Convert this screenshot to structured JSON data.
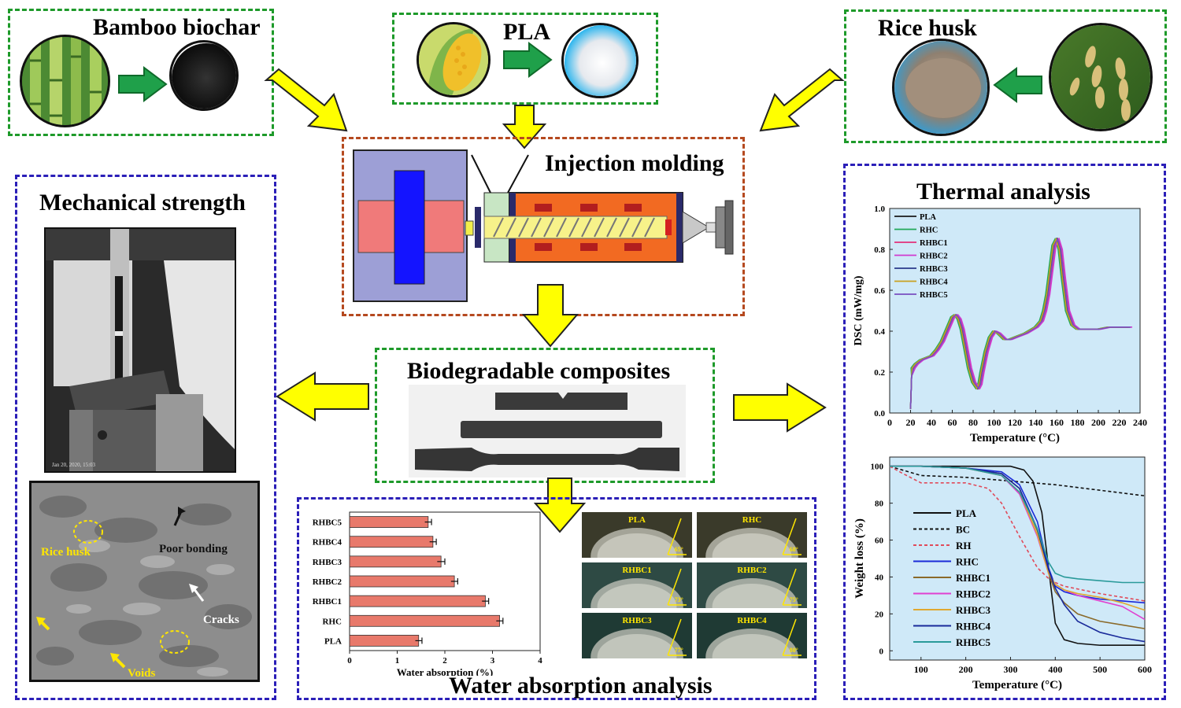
{
  "bamboo": {
    "title": "Bamboo biochar"
  },
  "pla": {
    "title": "PLA"
  },
  "rice": {
    "title": "Rice husk"
  },
  "injection": {
    "title": "Injection molding"
  },
  "composites": {
    "title": "Biodegradable composites"
  },
  "mechanical": {
    "title": "Mechanical strength",
    "photo_caption": "Jan 20, 2020, 15:03",
    "sem_labels": {
      "rice_husk": "Rice husk",
      "poor_bonding": "Poor bonding",
      "cracks": "Cracks",
      "voids": "Voids"
    }
  },
  "water": {
    "title": "Water absorption analysis",
    "contact_angles": [
      {
        "sample": "PLA",
        "angle": "65°"
      },
      {
        "sample": "RHC",
        "angle": "68°"
      },
      {
        "sample": "RHBC1",
        "angle": "73°"
      },
      {
        "sample": "RHBC2",
        "angle": "75°"
      },
      {
        "sample": "RHBC3",
        "angle": "77°"
      },
      {
        "sample": "RHBC4",
        "angle": "80°"
      }
    ]
  },
  "thermal": {
    "title": "Thermal analysis"
  },
  "colors": {
    "green_border": "#1e9a2a",
    "blue_border": "#2b1fb8",
    "brown_border": "#b5491f",
    "arrow_yellow": "#ffff00",
    "arrow_green": "#1fa04a",
    "plot_bg": "#cfe9f8"
  },
  "chart_data": [
    {
      "type": "bar",
      "orientation": "horizontal",
      "categories": [
        "RHBC5",
        "RHBC4",
        "RHBC3",
        "RHBC2",
        "RHBC1",
        "RHC",
        "PLA"
      ],
      "values": [
        1.65,
        1.75,
        1.92,
        2.2,
        2.85,
        3.15,
        1.45
      ],
      "errors": [
        0.07,
        0.07,
        0.08,
        0.07,
        0.07,
        0.07,
        0.07
      ],
      "xlabel": "Water absorption (%)",
      "xlim": [
        0,
        4
      ],
      "xticks": [
        0,
        1,
        2,
        3,
        4
      ],
      "bar_color": "#e8796b"
    },
    {
      "type": "line",
      "ylabel": "DSC (mW/mg)",
      "xlabel": "Temperature (°C)",
      "xlim": [
        0,
        240
      ],
      "ylim": [
        0,
        1.0
      ],
      "xticks": [
        0,
        20,
        40,
        60,
        80,
        100,
        120,
        140,
        160,
        180,
        200,
        220,
        240
      ],
      "yticks": [
        "0.0",
        "0.2",
        "0.4",
        "0.6",
        "0.8",
        "1.0"
      ],
      "legend_position": "top-left",
      "x": [
        20,
        20.5,
        21,
        22,
        25,
        30,
        40,
        45,
        50,
        55,
        60,
        63,
        66,
        69,
        72,
        76,
        80,
        84,
        86,
        88,
        92,
        96,
        100,
        104,
        110,
        115,
        120,
        130,
        140,
        145,
        148,
        151,
        154,
        157,
        160,
        163,
        166,
        170,
        175,
        180,
        190,
        200,
        210,
        220,
        230
      ],
      "series": [
        {
          "name": "PLA",
          "color": "#1a1a1a",
          "values": [
            0.02,
            0.1,
            0.18,
            0.22,
            0.24,
            0.26,
            0.28,
            0.31,
            0.35,
            0.41,
            0.47,
            0.48,
            0.46,
            0.41,
            0.33,
            0.22,
            0.15,
            0.12,
            0.14,
            0.2,
            0.3,
            0.37,
            0.4,
            0.39,
            0.36,
            0.36,
            0.37,
            0.39,
            0.42,
            0.45,
            0.5,
            0.58,
            0.7,
            0.82,
            0.85,
            0.8,
            0.66,
            0.5,
            0.43,
            0.41,
            0.41,
            0.41,
            0.42,
            0.42,
            0.42
          ],
          "shift": 0
        },
        {
          "name": "RHC",
          "color": "#22a85a",
          "values": [
            0.02,
            0.1,
            0.18,
            0.22,
            0.24,
            0.26,
            0.28,
            0.31,
            0.35,
            0.41,
            0.47,
            0.48,
            0.46,
            0.41,
            0.33,
            0.22,
            0.15,
            0.12,
            0.14,
            0.2,
            0.3,
            0.37,
            0.4,
            0.39,
            0.36,
            0.36,
            0.37,
            0.39,
            0.42,
            0.45,
            0.5,
            0.58,
            0.7,
            0.82,
            0.85,
            0.8,
            0.66,
            0.5,
            0.43,
            0.41,
            0.41,
            0.41,
            0.42,
            0.42,
            0.42
          ],
          "shift": -1.5
        },
        {
          "name": "RHBC1",
          "color": "#e2307a",
          "values": [
            0.02,
            0.1,
            0.18,
            0.22,
            0.24,
            0.26,
            0.28,
            0.31,
            0.35,
            0.41,
            0.47,
            0.48,
            0.46,
            0.41,
            0.33,
            0.22,
            0.15,
            0.12,
            0.14,
            0.2,
            0.3,
            0.37,
            0.4,
            0.39,
            0.36,
            0.36,
            0.37,
            0.39,
            0.42,
            0.45,
            0.5,
            0.58,
            0.7,
            0.82,
            0.85,
            0.8,
            0.66,
            0.5,
            0.43,
            0.41,
            0.41,
            0.41,
            0.42,
            0.42,
            0.42
          ],
          "shift": 1.5
        },
        {
          "name": "RHBC2",
          "color": "#d03ad0",
          "values": [
            0.02,
            0.1,
            0.18,
            0.22,
            0.24,
            0.26,
            0.28,
            0.31,
            0.35,
            0.41,
            0.47,
            0.48,
            0.46,
            0.41,
            0.33,
            0.22,
            0.15,
            0.12,
            0.14,
            0.2,
            0.3,
            0.37,
            0.4,
            0.39,
            0.36,
            0.36,
            0.37,
            0.39,
            0.42,
            0.45,
            0.5,
            0.58,
            0.7,
            0.82,
            0.85,
            0.8,
            0.66,
            0.5,
            0.43,
            0.41,
            0.41,
            0.41,
            0.42,
            0.42,
            0.42
          ],
          "shift": 2.5
        },
        {
          "name": "RHBC3",
          "color": "#2a3a8a",
          "values": [
            0.02,
            0.1,
            0.18,
            0.22,
            0.24,
            0.26,
            0.28,
            0.31,
            0.35,
            0.41,
            0.47,
            0.48,
            0.46,
            0.41,
            0.33,
            0.22,
            0.15,
            0.12,
            0.14,
            0.2,
            0.3,
            0.37,
            0.4,
            0.39,
            0.36,
            0.36,
            0.37,
            0.39,
            0.42,
            0.45,
            0.5,
            0.58,
            0.7,
            0.82,
            0.85,
            0.8,
            0.66,
            0.5,
            0.43,
            0.41,
            0.41,
            0.41,
            0.42,
            0.42,
            0.42
          ],
          "shift": 0.5
        },
        {
          "name": "RHBC4",
          "color": "#c9a020",
          "values": [
            0.02,
            0.1,
            0.18,
            0.22,
            0.24,
            0.26,
            0.28,
            0.31,
            0.35,
            0.41,
            0.47,
            0.48,
            0.46,
            0.41,
            0.33,
            0.22,
            0.15,
            0.12,
            0.14,
            0.2,
            0.3,
            0.37,
            0.4,
            0.39,
            0.36,
            0.36,
            0.37,
            0.39,
            0.42,
            0.45,
            0.5,
            0.58,
            0.7,
            0.82,
            0.85,
            0.8,
            0.66,
            0.5,
            0.43,
            0.41,
            0.41,
            0.41,
            0.42,
            0.42,
            0.42
          ],
          "shift": -0.5
        },
        {
          "name": "RHBC5",
          "color": "#7a4fc0",
          "values": [
            0.02,
            0.1,
            0.18,
            0.22,
            0.24,
            0.26,
            0.28,
            0.31,
            0.35,
            0.41,
            0.47,
            0.48,
            0.46,
            0.41,
            0.33,
            0.22,
            0.15,
            0.12,
            0.14,
            0.2,
            0.3,
            0.37,
            0.4,
            0.39,
            0.36,
            0.36,
            0.37,
            0.39,
            0.42,
            0.45,
            0.5,
            0.58,
            0.7,
            0.82,
            0.85,
            0.8,
            0.66,
            0.5,
            0.43,
            0.41,
            0.41,
            0.41,
            0.42,
            0.42,
            0.42
          ],
          "shift": 1
        }
      ]
    },
    {
      "type": "line",
      "ylabel": "Weight loss (%)",
      "xlabel": "Temperature (°C)",
      "xlim": [
        30,
        600
      ],
      "ylim": [
        -5,
        105
      ],
      "xticks": [
        100,
        200,
        300,
        400,
        500,
        600
      ],
      "yticks": [
        0,
        20,
        40,
        60,
        80,
        100
      ],
      "legend_position": "left",
      "series": [
        {
          "name": "PLA",
          "color": "#111111",
          "dash": "",
          "x": [
            30,
            100,
            200,
            300,
            330,
            350,
            370,
            385,
            400,
            420,
            450,
            500,
            550,
            600
          ],
          "y": [
            100,
            100,
            100,
            100,
            98,
            92,
            75,
            45,
            15,
            6,
            4,
            3,
            3,
            3
          ]
        },
        {
          "name": "BC",
          "color": "#111111",
          "dash": "4,3",
          "x": [
            30,
            100,
            200,
            300,
            400,
            500,
            600
          ],
          "y": [
            100,
            95,
            94,
            92,
            90,
            87,
            84
          ]
        },
        {
          "name": "RH",
          "color": "#e04a5a",
          "dash": "4,3",
          "x": [
            30,
            60,
            100,
            200,
            250,
            280,
            320,
            360,
            390,
            420,
            500,
            600
          ],
          "y": [
            100,
            96,
            91,
            91,
            88,
            80,
            62,
            45,
            38,
            35,
            31,
            27
          ]
        },
        {
          "name": "RHC",
          "color": "#1a2ad8",
          "dash": "",
          "x": [
            30,
            100,
            200,
            280,
            320,
            360,
            385,
            400,
            420,
            450,
            500,
            550,
            600
          ],
          "y": [
            100,
            100,
            99,
            97,
            90,
            70,
            45,
            35,
            32,
            30,
            28,
            27,
            26
          ]
        },
        {
          "name": "RHBC1",
          "color": "#8a6a2a",
          "dash": "",
          "x": [
            30,
            100,
            200,
            280,
            320,
            360,
            385,
            400,
            420,
            450,
            500,
            550,
            600
          ],
          "y": [
            100,
            100,
            99,
            96,
            88,
            65,
            42,
            32,
            26,
            20,
            16,
            14,
            12
          ]
        },
        {
          "name": "RHBC2",
          "color": "#e040d0",
          "dash": "",
          "x": [
            30,
            100,
            200,
            280,
            320,
            360,
            385,
            400,
            420,
            450,
            500,
            550,
            600
          ],
          "y": [
            100,
            100,
            99,
            95,
            85,
            62,
            42,
            36,
            33,
            30,
            27,
            24,
            17
          ]
        },
        {
          "name": "RHBC3",
          "color": "#e0a830",
          "dash": "",
          "x": [
            30,
            100,
            200,
            280,
            320,
            360,
            385,
            400,
            420,
            450,
            500,
            550,
            600
          ],
          "y": [
            100,
            100,
            99,
            95,
            86,
            63,
            42,
            36,
            33,
            31,
            29,
            26,
            22
          ]
        },
        {
          "name": "RHBC4",
          "color": "#1a2a9a",
          "dash": "",
          "x": [
            30,
            100,
            200,
            280,
            320,
            360,
            385,
            400,
            420,
            450,
            500,
            550,
            600
          ],
          "y": [
            100,
            100,
            99,
            96,
            88,
            66,
            44,
            34,
            25,
            16,
            10,
            7,
            5
          ]
        },
        {
          "name": "RHBC5",
          "color": "#2a9a9a",
          "dash": "",
          "x": [
            30,
            100,
            200,
            280,
            320,
            360,
            385,
            400,
            420,
            450,
            500,
            550,
            600
          ],
          "y": [
            100,
            100,
            99,
            95,
            86,
            66,
            48,
            42,
            40,
            39,
            38,
            37,
            37
          ]
        }
      ]
    }
  ]
}
